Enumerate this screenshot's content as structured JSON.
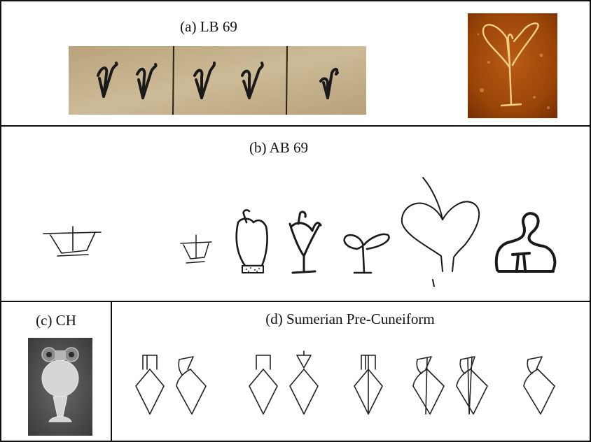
{
  "panels": {
    "a": {
      "caption": "(a) LB 69"
    },
    "b": {
      "caption": "(b) AB 69"
    },
    "c": {
      "caption": "(c) CH"
    },
    "d": {
      "caption": "(d) Sumerian Pre-Cuneiform"
    }
  },
  "colors": {
    "border": "#111111",
    "tablet": "#c2b08e",
    "tablet_dark": "#a8936c",
    "photo_orange": "#b0520f",
    "photo_glow": "#f0c070",
    "photo_gray": "#5a5a5a"
  }
}
